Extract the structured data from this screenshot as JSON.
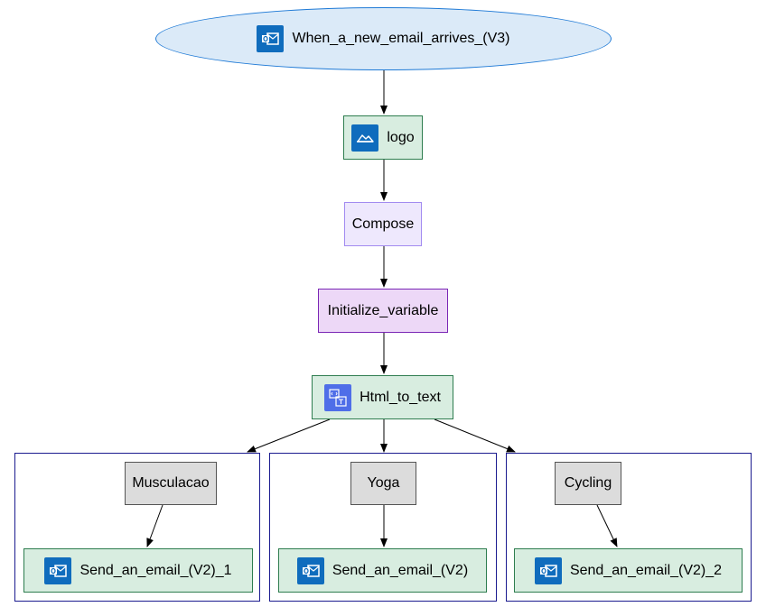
{
  "nodes": {
    "trigger": {
      "label": "When_a_new_email_arrives_(V3)",
      "icon": "outlook-mail-icon"
    },
    "logo": {
      "label": "logo",
      "icon": "cloud-storage-icon"
    },
    "compose": {
      "label": "Compose"
    },
    "init_var": {
      "label": "Initialize_variable"
    },
    "html_to_text": {
      "label": "Html_to_text",
      "icon": "html-to-text-icon"
    },
    "musculacao": {
      "label": "Musculacao"
    },
    "yoga": {
      "label": "Yoga"
    },
    "cycling": {
      "label": "Cycling"
    },
    "send1": {
      "label": "Send_an_email_(V2)_1",
      "icon": "outlook-mail-icon"
    },
    "send2": {
      "label": "Send_an_email_(V2)",
      "icon": "outlook-mail-icon"
    },
    "send3": {
      "label": "Send_an_email_(V2)_2",
      "icon": "outlook-mail-icon"
    }
  },
  "edges": [
    [
      "trigger",
      "logo"
    ],
    [
      "logo",
      "compose"
    ],
    [
      "compose",
      "init_var"
    ],
    [
      "init_var",
      "html_to_text"
    ],
    [
      "html_to_text",
      "musculacao_cluster"
    ],
    [
      "html_to_text",
      "yoga_cluster"
    ],
    [
      "html_to_text",
      "cycling_cluster"
    ],
    [
      "musculacao",
      "send1"
    ],
    [
      "yoga",
      "send2"
    ],
    [
      "cycling",
      "send3"
    ]
  ],
  "colors": {
    "edge": "#000000",
    "trigger_fill": "#dbeaf8",
    "trigger_border": "#1f7ad6",
    "action_fill": "#d8ede0",
    "action_border": "#2e7d4f",
    "compose_fill": "#eee8fd",
    "variable_fill": "#edd8f7",
    "condition_fill": "#dcdcdc",
    "cluster_border": "#1b1b8f",
    "outlook_icon": "#0f6cbd",
    "html_icon": "#4f6ee8"
  }
}
